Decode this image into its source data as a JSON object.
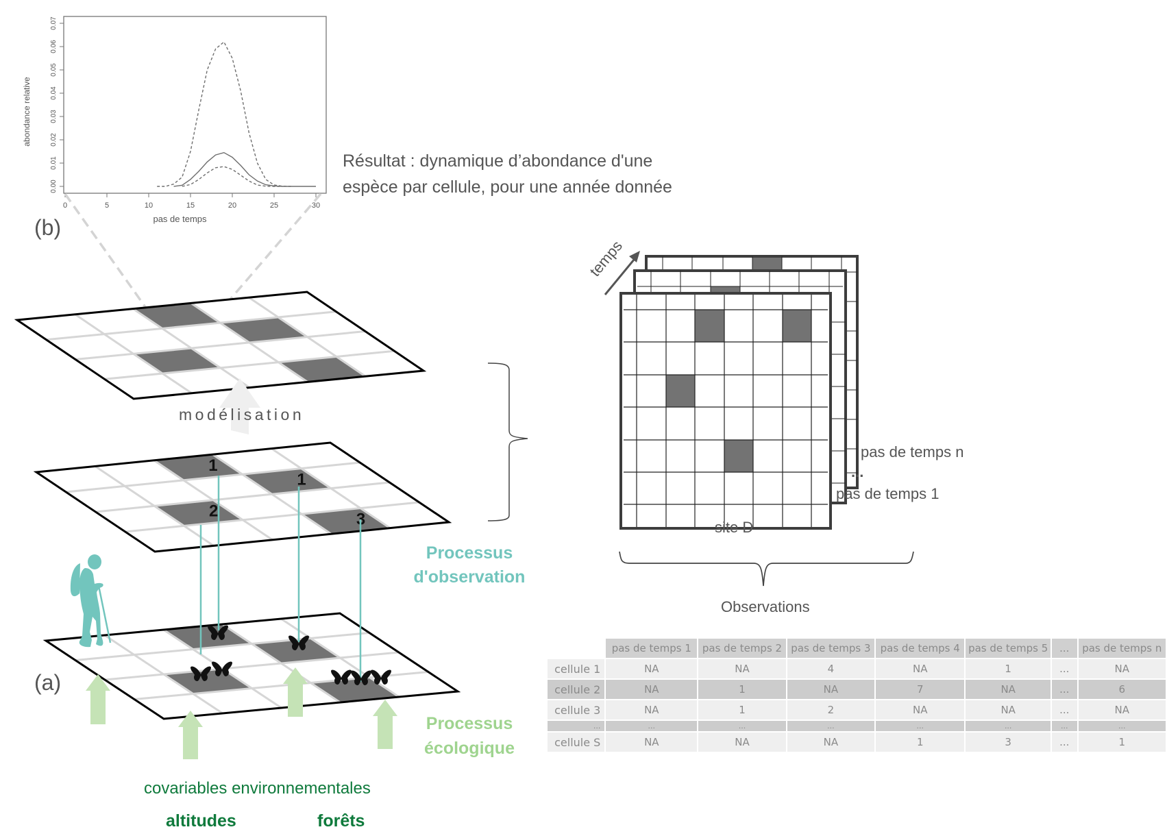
{
  "panels": {
    "b_label": "(b)",
    "a_label": "(a)"
  },
  "result_caption": {
    "line1": "Résultat : dynamique d’abondance d'une",
    "line2": "espèce par cellule, pour une année donnée"
  },
  "modelling_label": "modélisation",
  "observation_process": {
    "line1": "Processus",
    "line2": "d'observation"
  },
  "ecological_process": {
    "line1": "Processus",
    "line2": "écologique"
  },
  "covariates": {
    "title": "covariables environnementales",
    "items": [
      "altitudes",
      "forêts"
    ]
  },
  "grids": {
    "result_shaded_cells": [
      [
        0,
        2
      ],
      [
        1,
        3
      ],
      [
        2,
        1
      ],
      [
        3,
        3
      ]
    ],
    "observed_counts": [
      {
        "row": 0,
        "col": 2,
        "count": "1"
      },
      {
        "row": 1,
        "col": 3,
        "count": "1"
      },
      {
        "row": 2,
        "col": 1,
        "count": "2"
      },
      {
        "row": 3,
        "col": 3,
        "count": "3"
      }
    ]
  },
  "stack": {
    "axis_label": "temps",
    "front_label": "pas de temps 1",
    "back_label": "pas de temps n",
    "middle_label": "...",
    "site_label": "site D",
    "front_shaded_cells": [
      [
        1,
        3
      ],
      [
        1,
        6
      ],
      [
        3,
        2
      ],
      [
        5,
        4
      ]
    ]
  },
  "observations_label": "Observations",
  "table": {
    "columns": [
      "pas de temps 1",
      "pas de temps 2",
      "pas de temps 3",
      "pas de temps 4",
      "pas de temps 5",
      "...",
      "pas de temps n"
    ],
    "rows": [
      {
        "label": "cellule 1",
        "values": [
          "NA",
          "NA",
          "4",
          "NA",
          "1",
          "...",
          "NA"
        ],
        "style": "light"
      },
      {
        "label": "cellule 2",
        "values": [
          "NA",
          "1",
          "NA",
          "7",
          "NA",
          "...",
          "6"
        ],
        "style": "dark"
      },
      {
        "label": "cellule 3",
        "values": [
          "NA",
          "1",
          "2",
          "NA",
          "NA",
          "...",
          "NA"
        ],
        "style": "light"
      },
      {
        "label": "...",
        "values": [
          "...",
          "...",
          "...",
          "...",
          "...",
          "...",
          "..."
        ],
        "style": "ellipsis"
      },
      {
        "label": "cellule S",
        "values": [
          "NA",
          "NA",
          "NA",
          "1",
          "3",
          "...",
          "1"
        ],
        "style": "light"
      }
    ]
  },
  "colors": {
    "observation_teal": "#72c5bd",
    "ecology_green": "#9fd48f",
    "covariate_green": "#0f7a3c",
    "shaded_cell": "#737373",
    "arrow_green": "#c5e3b6"
  },
  "chart_data": {
    "type": "line",
    "title": "",
    "xlabel": "pas de temps",
    "ylabel": "abondance relative",
    "xlim": [
      0,
      30
    ],
    "ylim": [
      0,
      0.07
    ],
    "xticks": [
      0,
      5,
      10,
      15,
      20,
      25,
      30
    ],
    "yticks": [
      0.0,
      0.01,
      0.02,
      0.03,
      0.04,
      0.05,
      0.06,
      0.07
    ],
    "ytick_labels": [
      "0.00",
      "0.01",
      "0.02",
      "0.03",
      "0.04",
      "0.05",
      "0.06",
      "0.07"
    ],
    "grid": false,
    "legend": "none",
    "series": [
      {
        "name": "upper bound",
        "style": "dashed",
        "x": [
          11,
          12,
          13,
          14,
          15,
          16,
          17,
          18,
          19,
          20,
          21,
          22,
          23,
          24,
          25,
          26,
          27
        ],
        "y": [
          0.0,
          0.0,
          0.001,
          0.004,
          0.015,
          0.033,
          0.05,
          0.059,
          0.062,
          0.055,
          0.041,
          0.023,
          0.01,
          0.003,
          0.0006,
          0.0001,
          0.0
        ]
      },
      {
        "name": "mean",
        "style": "solid",
        "x": [
          13,
          14,
          15,
          16,
          17,
          18,
          19,
          20,
          21,
          22,
          23,
          24,
          25,
          26,
          27,
          28,
          29,
          30
        ],
        "y": [
          0.0,
          0.0005,
          0.003,
          0.0065,
          0.0105,
          0.0135,
          0.0145,
          0.0125,
          0.009,
          0.005,
          0.0023,
          0.0007,
          0.0002,
          0.0,
          0.0,
          0.0,
          0.0,
          0.0
        ]
      },
      {
        "name": "lower bound",
        "style": "dashed",
        "x": [
          14,
          15,
          16,
          17,
          18,
          19,
          20,
          21,
          22,
          23,
          24,
          25,
          26
        ],
        "y": [
          0.0,
          0.0008,
          0.003,
          0.0058,
          0.008,
          0.0085,
          0.0073,
          0.0048,
          0.0023,
          0.0006,
          0.0001,
          0.0,
          0.0
        ]
      }
    ]
  }
}
